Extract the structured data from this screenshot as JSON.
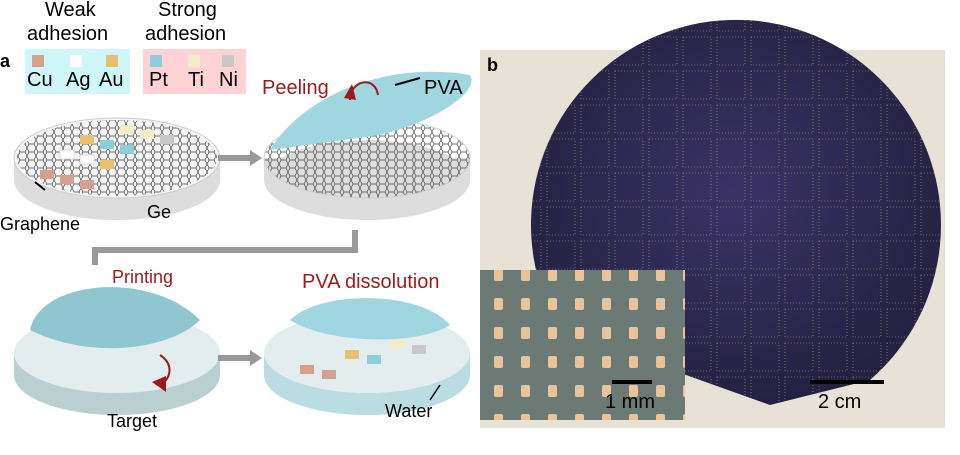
{
  "panel_a": {
    "label": "a",
    "weak": {
      "title_line1": "Weak",
      "title_line2": "adhesion",
      "metals": [
        "Cu",
        "Ag",
        "Au"
      ],
      "colors": [
        "#d4a090",
        "#ffffff",
        "#e8c070"
      ],
      "bg": "#cff6fb"
    },
    "strong": {
      "title_line1": "Strong",
      "title_line2": "adhesion",
      "metals": [
        "Pt",
        "Ti",
        "Ni"
      ],
      "colors": [
        "#8ccfd8",
        "#f3ecc8",
        "#c8c8c8"
      ],
      "bg": "#ffd3d6"
    },
    "labels": {
      "peeling": "Peeling",
      "pva": "PVA",
      "graphene": "Graphene",
      "ge": "Ge",
      "printing": "Printing",
      "pva_dissolution": "PVA dissolution",
      "target": "Target",
      "water": "Water"
    },
    "accent": "#9b1b1b"
  },
  "panel_b": {
    "label": "b",
    "inset_scale": "1 mm",
    "wafer_scale": "2 cm"
  }
}
